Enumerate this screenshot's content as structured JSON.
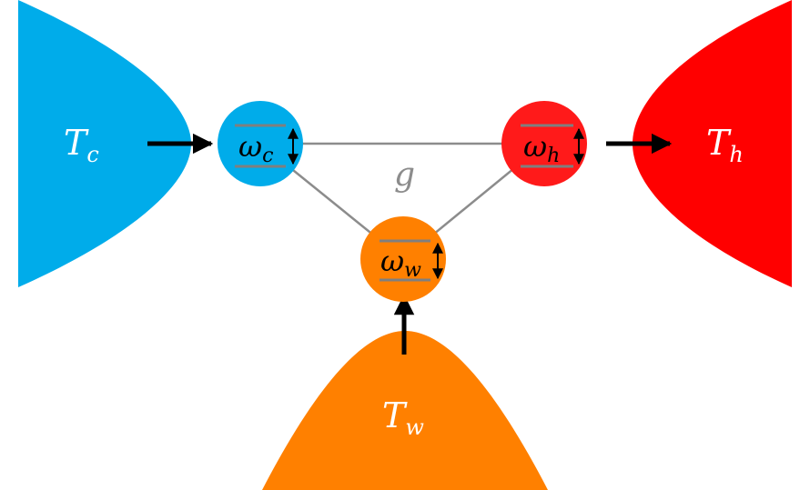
{
  "colors": {
    "cold": "#00acea",
    "hot": "#ff0000",
    "hot_qubit": "#ff1a1a",
    "work": "#ff8000",
    "link": "#8c8c8c",
    "level": "#7f7f7f",
    "arrow": "#000000"
  },
  "baths": {
    "cold": {
      "symbol": "T",
      "sub": "c"
    },
    "hot": {
      "symbol": "T",
      "sub": "h"
    },
    "work": {
      "symbol": "T",
      "sub": "w"
    }
  },
  "qubits": {
    "cold": {
      "symbol": "ω",
      "sub": "c"
    },
    "hot": {
      "symbol": "ω",
      "sub": "h"
    },
    "work": {
      "symbol": "ω",
      "sub": "w"
    }
  },
  "coupling": {
    "label": "g"
  }
}
